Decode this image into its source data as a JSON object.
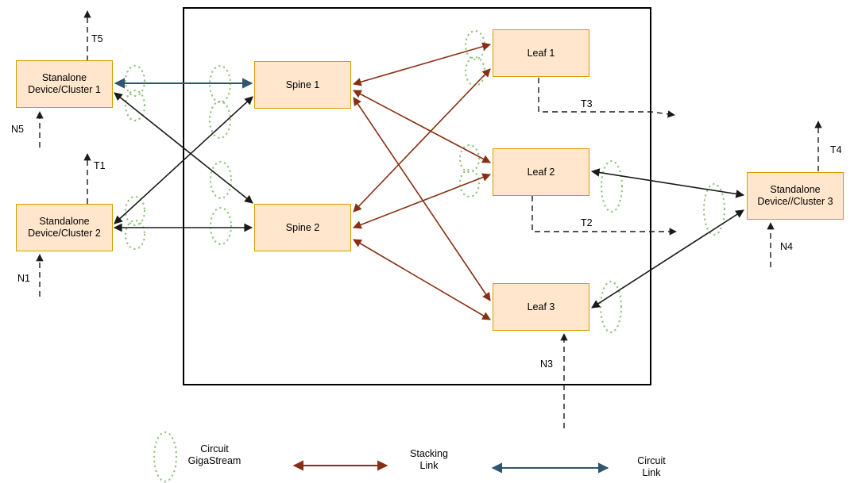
{
  "diagram": {
    "nodes": {
      "cluster1": {
        "label": "Stanalone\nDevice/Cluster 1"
      },
      "cluster2": {
        "label": "Standalone\nDevice/Cluster 2"
      },
      "spine1": {
        "label": "Spine 1"
      },
      "spine2": {
        "label": "Spine 2"
      },
      "leaf1": {
        "label": "Leaf 1"
      },
      "leaf2": {
        "label": "Leaf 2"
      },
      "leaf3": {
        "label": "Leaf 3"
      },
      "cluster3": {
        "label": "Standalone\nDevice//Cluster 3"
      }
    },
    "port_labels": {
      "t5": "T5",
      "n5": "N5",
      "t1": "T1",
      "n1": "N1",
      "t3": "T3",
      "t2": "T2",
      "n3": "N3",
      "t4": "T4",
      "n4": "N4"
    },
    "legend": {
      "gigastream": "Circuit\nGigaStream",
      "stacking": "Stacking\nLink",
      "circuit": "Circuit\nLink"
    },
    "colors": {
      "node_fill": "#ffe6cc",
      "node_stroke": "#d79b00",
      "gigastream_green": "#93c47d",
      "stacking_brown": "#872f12",
      "circuit_blue": "#2f5570",
      "link_black": "#1a1a1a"
    }
  }
}
